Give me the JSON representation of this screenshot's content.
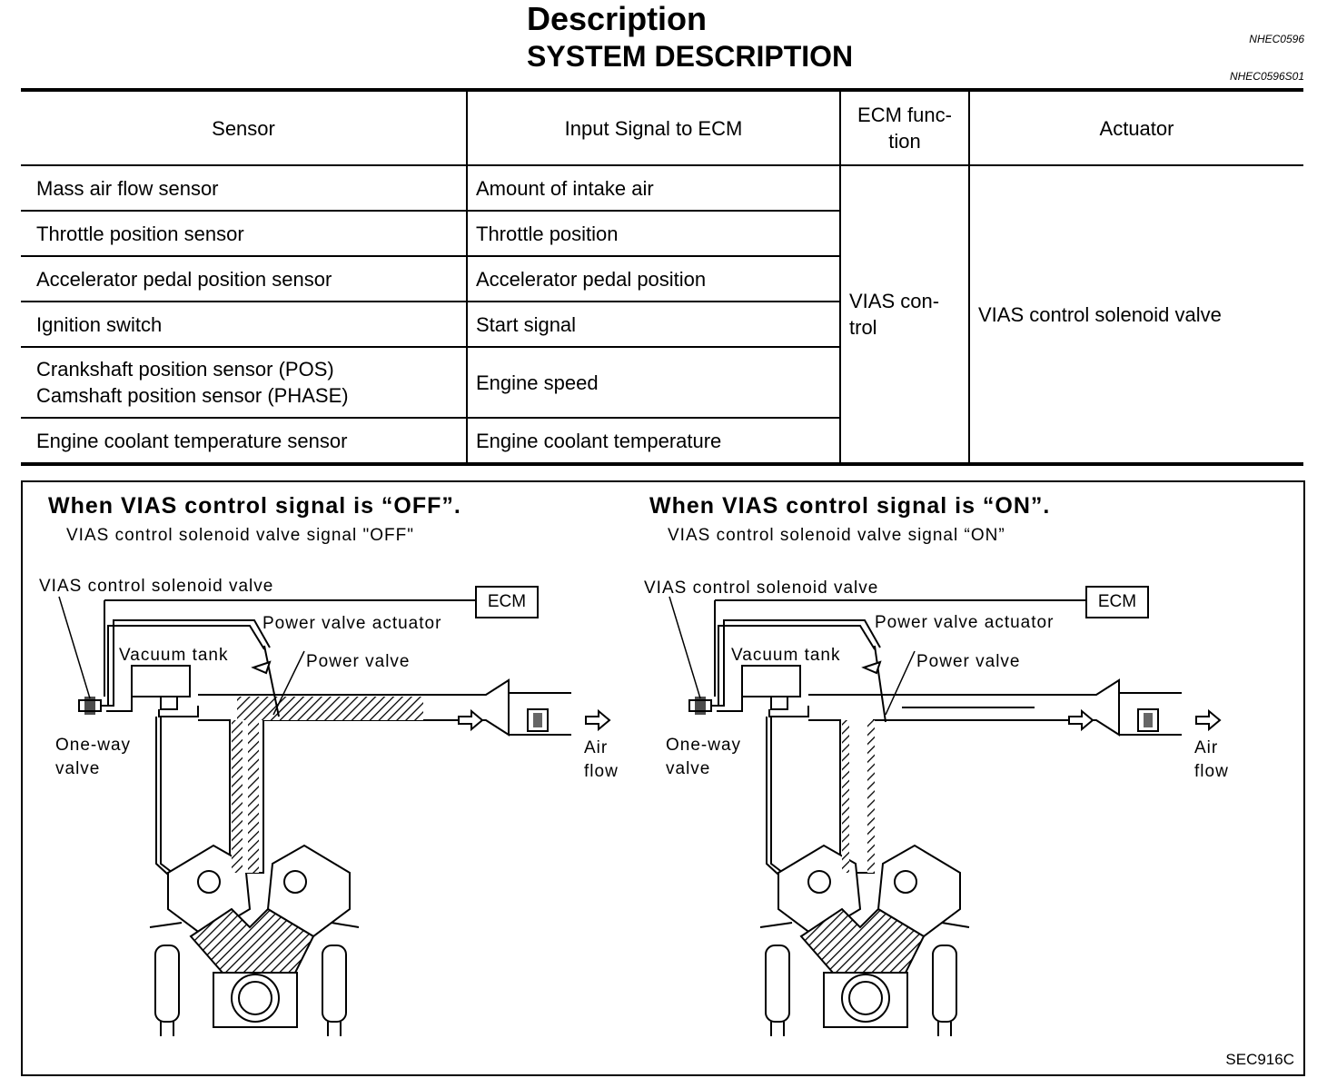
{
  "header": {
    "title": "Description",
    "subtitle": "SYSTEM DESCRIPTION",
    "code": "NHEC0596",
    "subcode": "NHEC0596S01"
  },
  "table": {
    "headers": [
      "Sensor",
      "Input Signal to ECM",
      "ECM func-\ntion",
      "Actuator"
    ],
    "rows": [
      {
        "sensor": "Mass air flow sensor",
        "signal": "Amount of intake air"
      },
      {
        "sensor": "Throttle position sensor",
        "signal": "Throttle position"
      },
      {
        "sensor": "Accelerator pedal position sensor",
        "signal": "Accelerator pedal position"
      },
      {
        "sensor": "Ignition switch",
        "signal": "Start signal"
      },
      {
        "sensor": "Crankshaft position sensor (POS)\nCamshaft position sensor (PHASE)",
        "signal": "Engine speed"
      },
      {
        "sensor": "Engine coolant temperature sensor",
        "signal": "Engine coolant temperature"
      }
    ],
    "ecm_function": "VIAS con-\ntrol",
    "actuator": "VIAS control solenoid valve"
  },
  "diagram": {
    "off": {
      "title": "When VIAS control signal is “OFF”.",
      "subtitle": "VIAS control solenoid valve signal \"OFF\"",
      "labels": {
        "solenoid": "VIAS control solenoid valve",
        "ecm": "ECM",
        "actuator": "Power valve actuator",
        "vacuum_tank": "Vacuum tank",
        "power_valve": "Power valve",
        "one_way": "One-way\nvalve",
        "air_flow": "Air\nflow"
      }
    },
    "on": {
      "title": "When VIAS control signal is “ON”.",
      "subtitle": "VIAS control solenoid valve signal “ON”",
      "labels": {
        "solenoid": "VIAS control solenoid valve",
        "ecm": "ECM",
        "actuator": "Power valve actuator",
        "vacuum_tank": "Vacuum tank",
        "power_valve": "Power valve",
        "one_way": "One-way\nvalve",
        "air_flow": "Air\nflow"
      }
    },
    "figure_code": "SEC916C"
  }
}
